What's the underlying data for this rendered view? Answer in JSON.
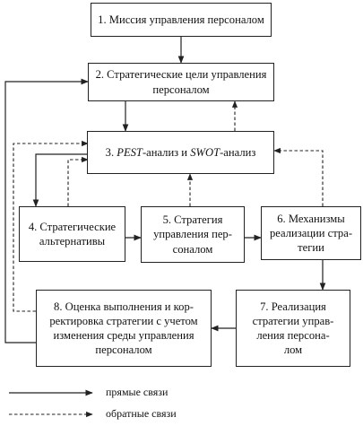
{
  "nodes": [
    {
      "id": "n1",
      "lines": [
        "1. Миссия управления персоналом"
      ]
    },
    {
      "id": "n2",
      "lines": [
        "2. Стратегические цели управления",
        "персоналом"
      ]
    },
    {
      "id": "n3",
      "lines": [
        "3. PEST-анализ и SWOT-анализ"
      ]
    },
    {
      "id": "n4",
      "lines": [
        "4. Стратегические",
        "альтернативы"
      ]
    },
    {
      "id": "n5",
      "lines": [
        "5. Стратегия",
        "управления пер-",
        "соналом"
      ]
    },
    {
      "id": "n6",
      "lines": [
        "6. Механизмы",
        "реализации стра-",
        "тегии"
      ]
    },
    {
      "id": "n7",
      "lines": [
        "7. Реализация",
        "стратегии управ-",
        "ления персона-",
        "лом"
      ]
    },
    {
      "id": "n8",
      "lines": [
        "8. Оценка выполнения и кор-",
        "ректировка стратегии с учетом",
        "изменения среды управления",
        "персоналом"
      ]
    }
  ],
  "edges": [
    {
      "from": "n1",
      "to": "n2",
      "kind": "direct"
    },
    {
      "from": "n2",
      "to": "n3",
      "kind": "direct"
    },
    {
      "from": "n3",
      "to": "n2",
      "kind": "feedback"
    },
    {
      "from": "n3",
      "to": "n4",
      "kind": "direct"
    },
    {
      "from": "n4",
      "to": "n3",
      "kind": "feedback"
    },
    {
      "from": "n4",
      "to": "n5",
      "kind": "direct"
    },
    {
      "from": "n5",
      "to": "n3",
      "kind": "feedback"
    },
    {
      "from": "n5",
      "to": "n6",
      "kind": "direct"
    },
    {
      "from": "n6",
      "to": "n3",
      "kind": "feedback"
    },
    {
      "from": "n6",
      "to": "n7",
      "kind": "direct"
    },
    {
      "from": "n7",
      "to": "n8",
      "kind": "direct"
    },
    {
      "from": "n8",
      "to": "n2",
      "kind": "direct"
    },
    {
      "from": "n8",
      "to": "n3",
      "kind": "feedback"
    }
  ],
  "legend": {
    "direct_label": "прямые связи",
    "feedback_label": "обратные связи"
  }
}
